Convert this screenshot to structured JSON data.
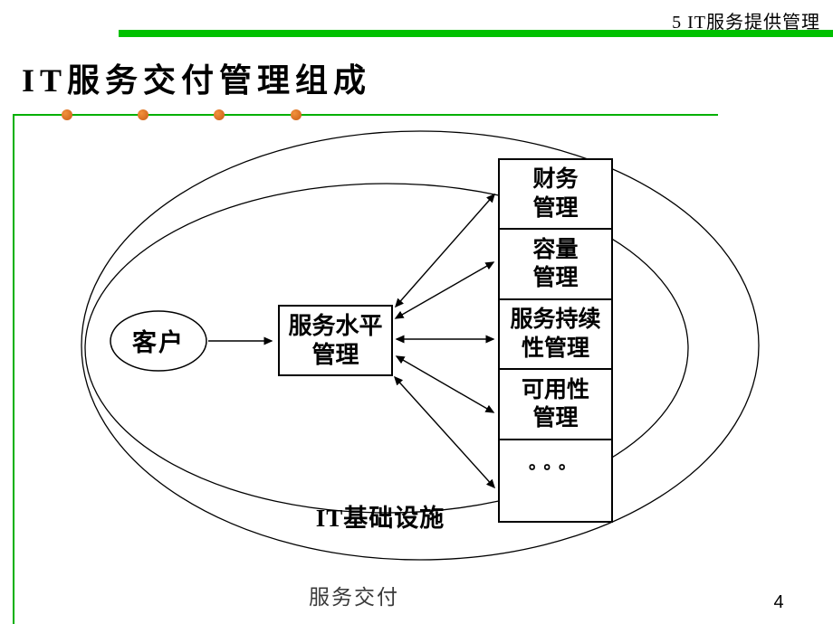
{
  "header": {
    "section_label": "5 IT服务提供管理"
  },
  "title": "IT服务交付管理组成",
  "diagram": {
    "customer_label": "客户",
    "center_box": {
      "label": "服务水平\n管理"
    },
    "right_boxes": [
      {
        "label": "财务\n管理"
      },
      {
        "label": "容量\n管理"
      },
      {
        "label": "服务持续\n性管理"
      },
      {
        "label": "可用性\n管理"
      },
      {
        "label": "。。。"
      }
    ],
    "infrastructure_label": "IT基础设施"
  },
  "footer": {
    "label": "服务交付",
    "page_number": "4"
  },
  "colors": {
    "accent_green_bar": "#00C000",
    "divider_green_line": "#00B000",
    "bullet_orange": "#D2691E",
    "diagram_line": "#000000"
  }
}
